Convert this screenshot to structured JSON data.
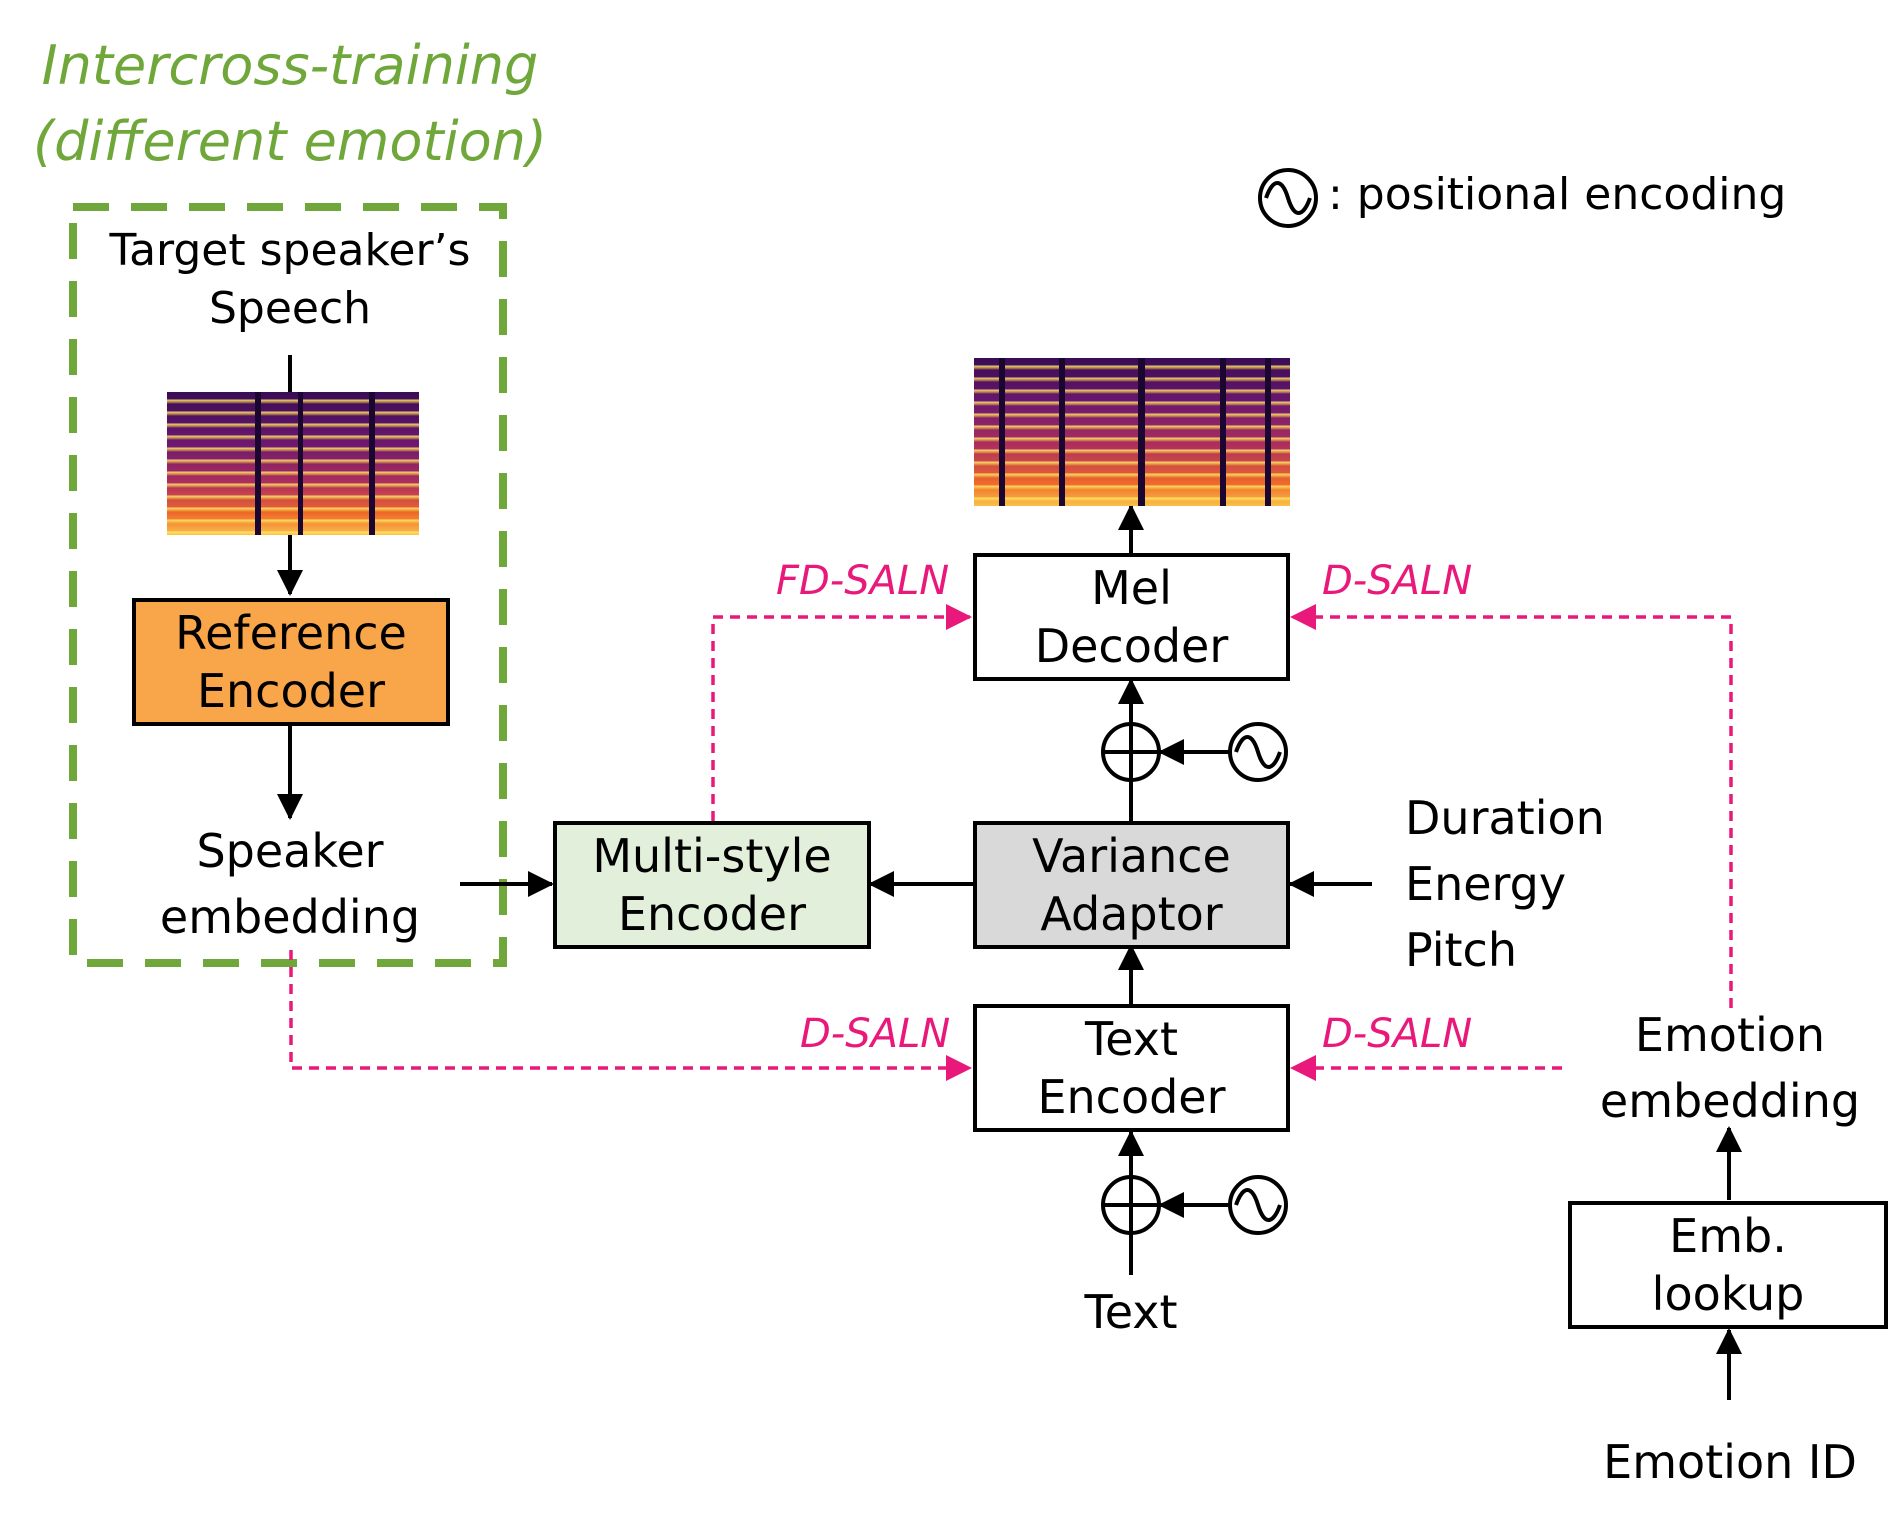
{
  "title": {
    "line1": "Intercross-training",
    "line2": "(different emotion)"
  },
  "legend": {
    "icon": "sine-circle-icon",
    "text": ": positional encoding"
  },
  "labels": {
    "target_speech_line1": "Target speaker’s",
    "target_speech_line2": "Speech",
    "speaker_emb_line1": "Speaker",
    "speaker_emb_line2": "embedding",
    "duration": "Duration",
    "energy": "Energy",
    "pitch": "Pitch",
    "emotion_emb_line1": "Emotion",
    "emotion_emb_line2": "embedding",
    "text": "Text",
    "emotion_id": "Emotion ID"
  },
  "blocks": {
    "reference_encoder": {
      "line1": "Reference",
      "line2": "Encoder"
    },
    "multi_style_encoder": {
      "line1": "Multi-style",
      "line2": "Encoder"
    },
    "variance_adaptor": {
      "line1": "Variance",
      "line2": "Adaptor"
    },
    "mel_decoder": {
      "line1": "Mel",
      "line2": "Decoder"
    },
    "text_encoder": {
      "line1": "Text",
      "line2": "Encoder"
    },
    "emb_lookup": {
      "line1": "Emb.",
      "line2": "lookup"
    }
  },
  "conditioning": {
    "fd_saln_mel": "FD-SALN",
    "d_saln_mel": "D-SALN",
    "d_saln_text_left": "D-SALN",
    "d_saln_text_right": "D-SALN"
  },
  "colors": {
    "green": "#6fa73a",
    "pink": "#e8197a",
    "reference_encoder_fill": "#f9a54a",
    "multi_style_fill": "#e2efda",
    "variance_fill": "#d9d9d9"
  }
}
